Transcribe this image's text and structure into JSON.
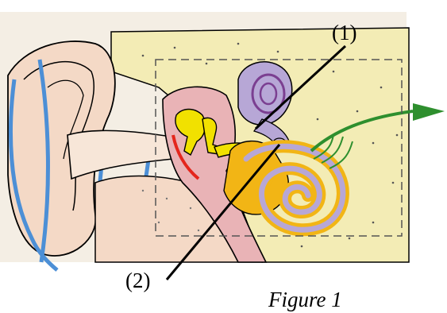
{
  "figure": {
    "caption": "Figure 1",
    "labels": [
      {
        "id": "1",
        "text": "(1)"
      },
      {
        "id": "2",
        "text": "(2)"
      }
    ]
  },
  "colors": {
    "skin": "#f4d9c6",
    "bone": "#f3ecb5",
    "middle_ear": "#e9b3b6",
    "ossicles": "#f1e100",
    "canals": "#b7a7d6",
    "canal_outline": "#7b3f91",
    "eardrum": "#e4261c",
    "cochlea_band": "#f2b515",
    "nerve": "#2e8f2e",
    "blue_lines": "#4c8fd6"
  }
}
